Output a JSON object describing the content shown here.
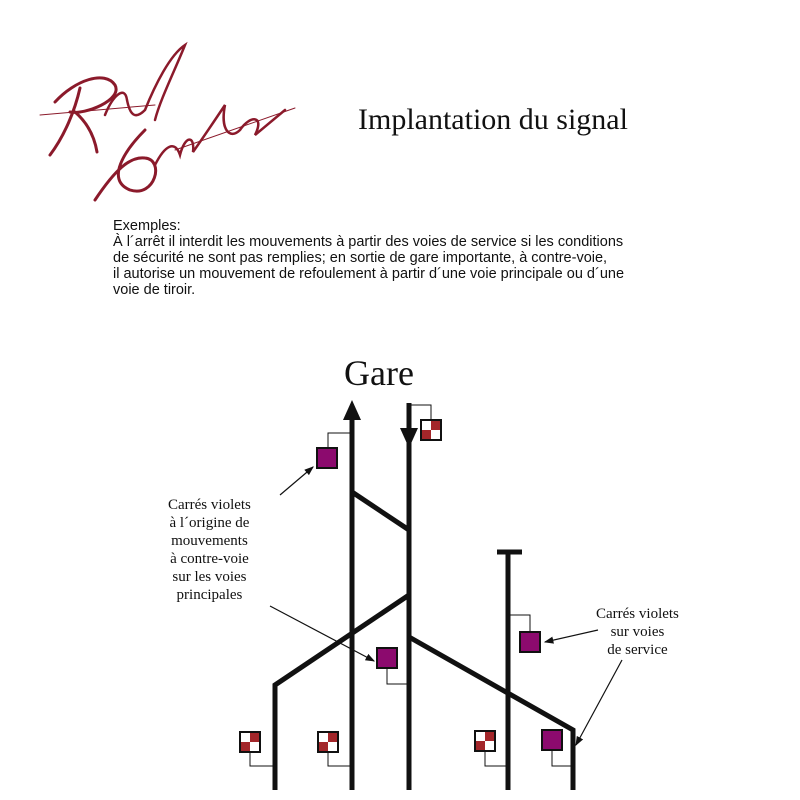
{
  "logo": {
    "text": "Rafael Sánchez"
  },
  "title": "Implantation du signal",
  "examples": {
    "heading": "Exemples:",
    "lines": [
      "À l´arrêt il interdit les mouvements à partir des voies de service si les conditions",
      "de sécurité ne sont pas remplies; en sortie de gare importante, à contre-voie,",
      "il autorise un mouvement de refoulement à partir d´une voie principale ou d´une",
      "voie de tiroir."
    ]
  },
  "diagram": {
    "station_label": "Gare",
    "label_main": "Carrés violets\nà l´origine de\nmouvements\nà contre-voie\nsur les voies\nprincipales",
    "label_service": "Carrés violets\nsur voies\nde service",
    "colors": {
      "purple": "#8c0a6e",
      "checker_red": "#a3262a",
      "track": "#111111",
      "logo": "#8b1a2b"
    }
  }
}
